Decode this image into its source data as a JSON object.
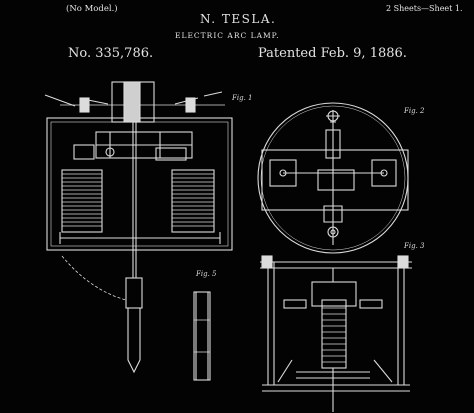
{
  "header": {
    "model_note": "(No Model.)",
    "inventor": "N. TESLA.",
    "sheets": "2 Sheets—Sheet 1.",
    "invention": "ELECTRIC ARC LAMP.",
    "patent_number": "No. 335,786.",
    "patented": "Patented Feb. 9, 1886."
  },
  "figures": {
    "fig1": "Fig. 1",
    "fig2": "Fig. 2",
    "fig3": "Fig. 3",
    "fig5": "Fig. 5"
  },
  "colors": {
    "background": "#030303",
    "ink": "#e4e4e4"
  }
}
